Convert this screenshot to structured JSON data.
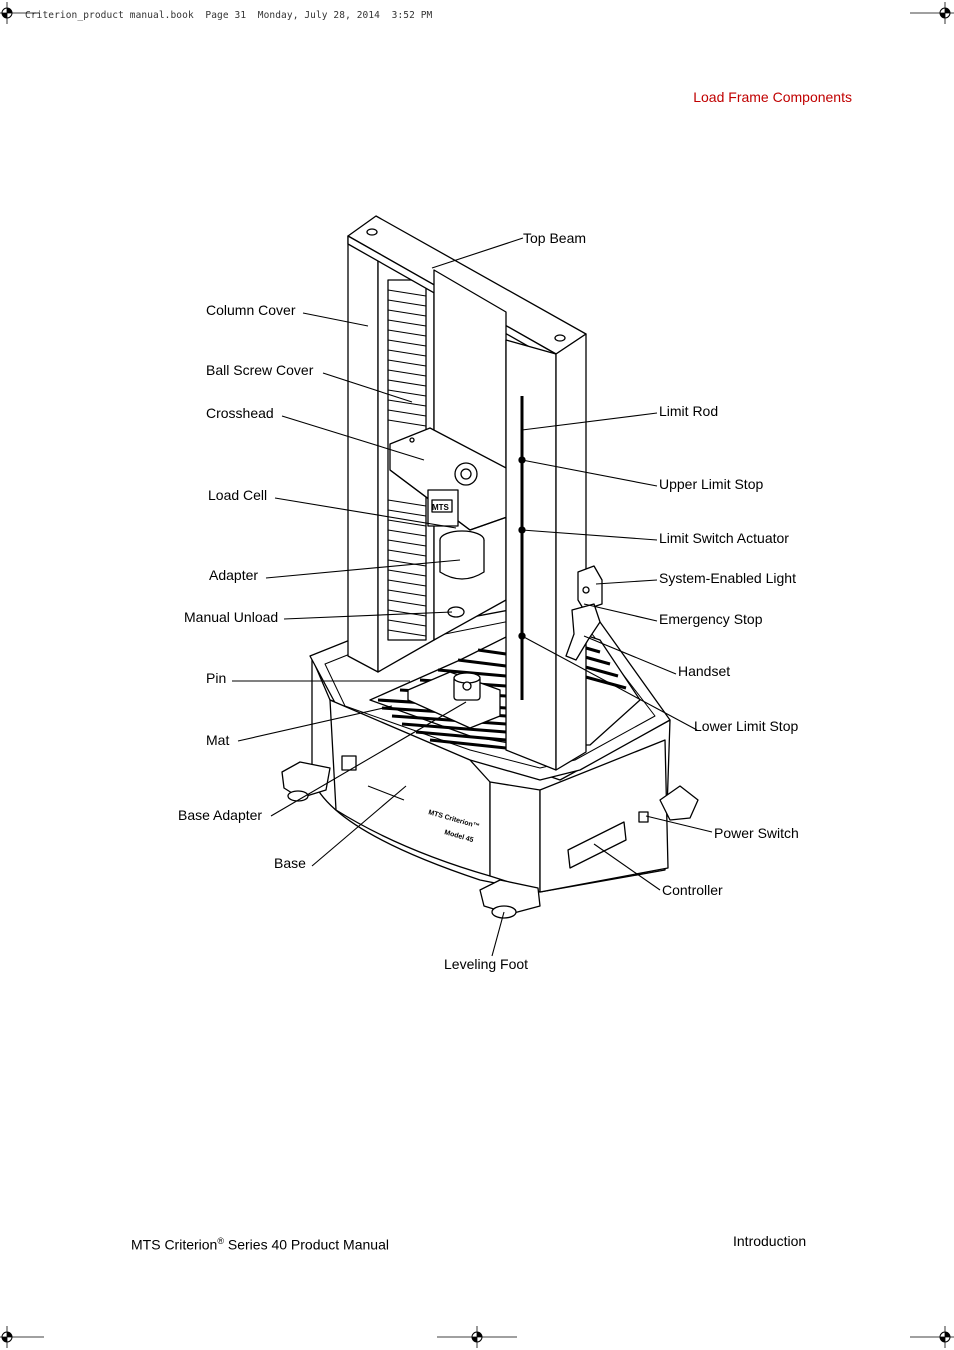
{
  "print_header": "Criterion_product manual.book  Page 31  Monday, July 28, 2014  3:52 PM",
  "section_title": "Load Frame Components",
  "figure": {
    "plate_text": [
      "MTS Criterion™",
      "Model 45"
    ],
    "badge_text": "MTS",
    "labels": {
      "top_beam": "Top Beam",
      "column_cover": "Column Cover",
      "ball_screw_cover": "Ball Screw Cover",
      "crosshead": "Crosshead",
      "load_cell": "Load Cell",
      "adapter": "Adapter",
      "manual_unload": "Manual Unload",
      "pin": "Pin",
      "mat": "Mat",
      "base_adapter": "Base Adapter",
      "base": "Base",
      "leveling_foot": "Leveling Foot",
      "limit_rod": "Limit Rod",
      "upper_limit_stop": "Upper Limit Stop",
      "limit_switch_actuator": "Limit Switch Actuator",
      "system_enabled_light": "System-Enabled Light",
      "emergency_stop": "Emergency Stop",
      "handset": "Handset",
      "lower_limit_stop": "Lower Limit Stop",
      "power_switch": "Power Switch",
      "controller": "Controller"
    }
  },
  "footer": {
    "left_prefix": "MTS Criterion",
    "left_reg": "®",
    "left_suffix": " Series 40 Product Manual",
    "right": "Introduction"
  }
}
